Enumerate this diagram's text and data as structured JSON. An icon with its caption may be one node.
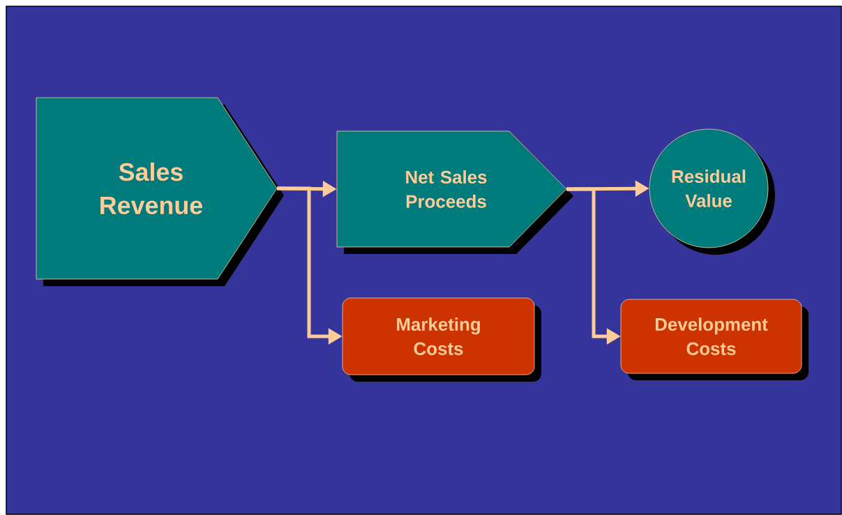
{
  "diagram": {
    "nodes": [
      {
        "text": [
          "Sales Revenue"
        ]
      },
      {
        "text": [
          "Net Sales Proceeds"
        ]
      },
      {
        "text": [
          "Residual Value"
        ]
      },
      {
        "text": [
          "Marketing Costs"
        ]
      },
      {
        "text": [
          "Development Costs"
        ]
      }
    ],
    "edges": [
      {
        "from": 0,
        "to": 1,
        "arrow": "to"
      },
      {
        "from": 0,
        "to": 3,
        "arrow": "to"
      },
      {
        "from": 1,
        "to": 2,
        "arrow": "to"
      },
      {
        "from": 1,
        "to": 4,
        "arrow": "to"
      }
    ]
  }
}
